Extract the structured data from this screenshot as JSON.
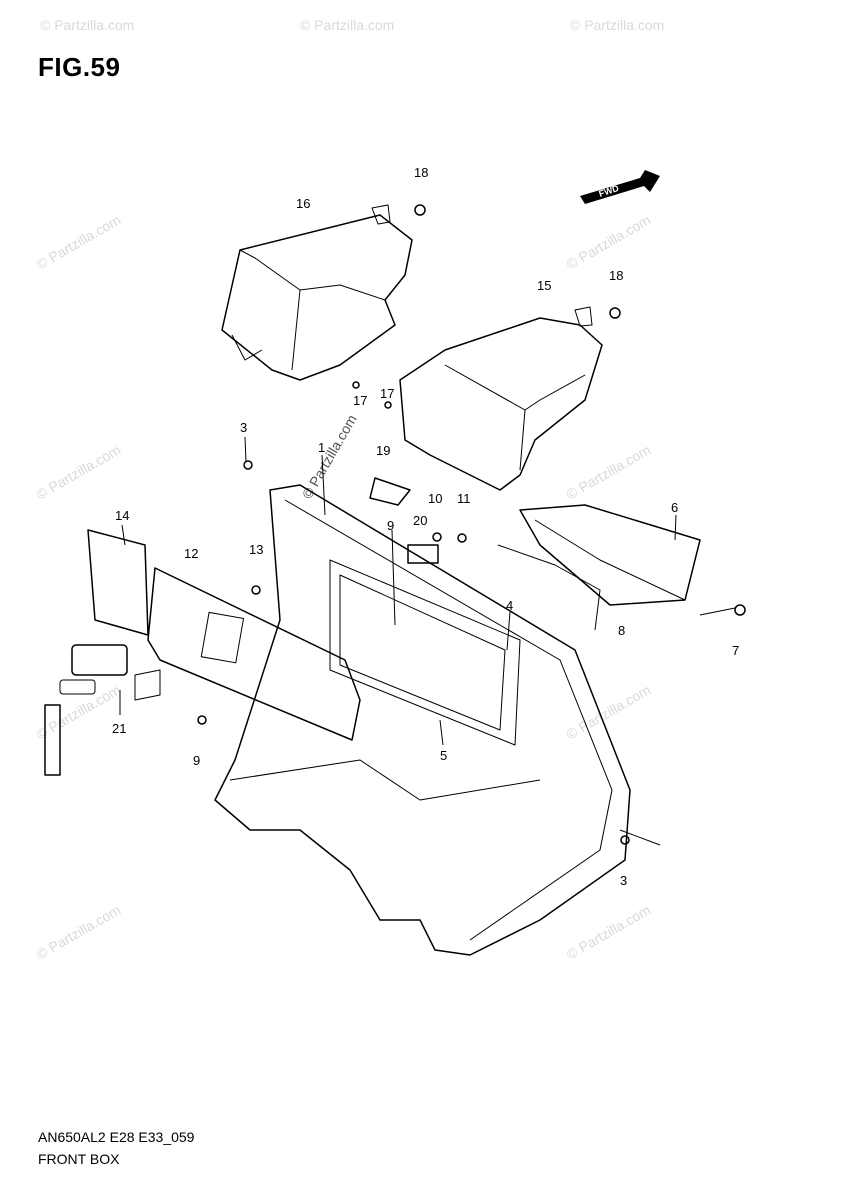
{
  "figure": {
    "title": "FIG.59",
    "code": "AN650AL2 E28 E33_059",
    "caption": "FRONT BOX",
    "watermark": "© Partzilla.com",
    "fwd_label": "FWD"
  },
  "callouts": [
    "1",
    "3",
    "3",
    "4",
    "5",
    "6",
    "7",
    "8",
    "9",
    "9",
    "10",
    "11",
    "12",
    "13",
    "14",
    "15",
    "16",
    "17",
    "17",
    "18",
    "18",
    "19",
    "20",
    "21"
  ]
}
